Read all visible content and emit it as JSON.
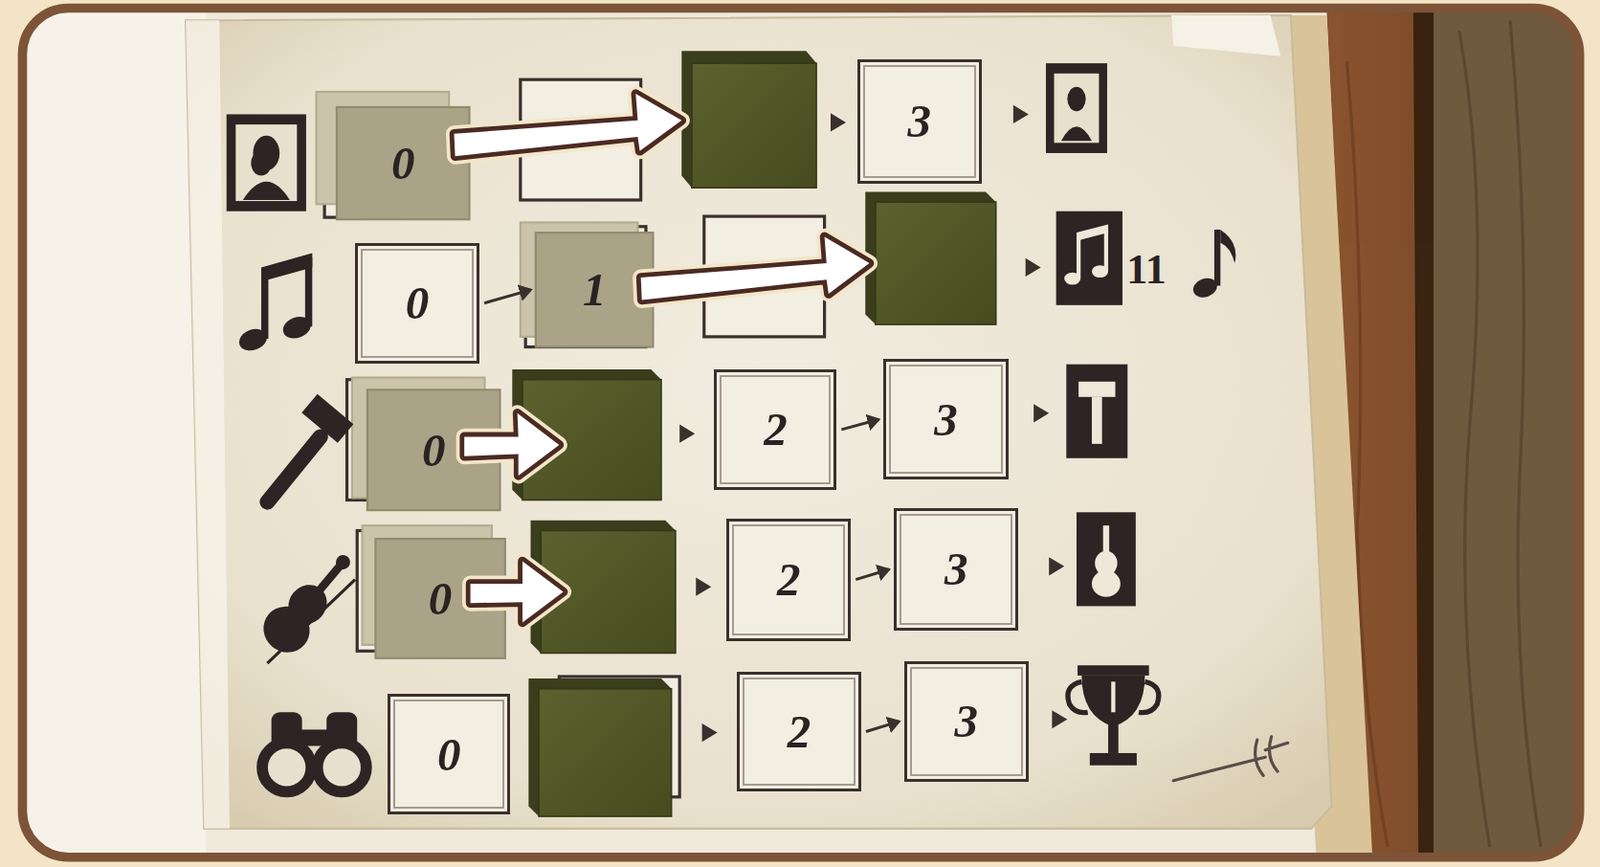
{
  "diagram": {
    "nodes": [
      {
        "text": [
          "0"
        ]
      },
      {
        "text": [
          "3"
        ]
      },
      {
        "text": [
          "0"
        ]
      },
      {
        "text": [
          "1"
        ]
      },
      {
        "text": [
          "0"
        ]
      },
      {
        "text": [
          "2"
        ]
      },
      {
        "text": [
          "3"
        ]
      },
      {
        "text": [
          "0"
        ]
      },
      {
        "text": [
          "2"
        ]
      },
      {
        "text": [
          "3"
        ]
      },
      {
        "text": [
          "0"
        ]
      },
      {
        "text": [
          "2"
        ]
      },
      {
        "text": [
          "3"
        ]
      }
    ],
    "edges": [
      {
        "from": 2,
        "to": 3,
        "arrow": "to"
      },
      {
        "from": 5,
        "to": 6,
        "arrow": "to"
      },
      {
        "from": 8,
        "to": 9,
        "arrow": "to"
      },
      {
        "from": 11,
        "to": 12,
        "arrow": "to"
      }
    ],
    "labels": [
      "11"
    ]
  }
}
